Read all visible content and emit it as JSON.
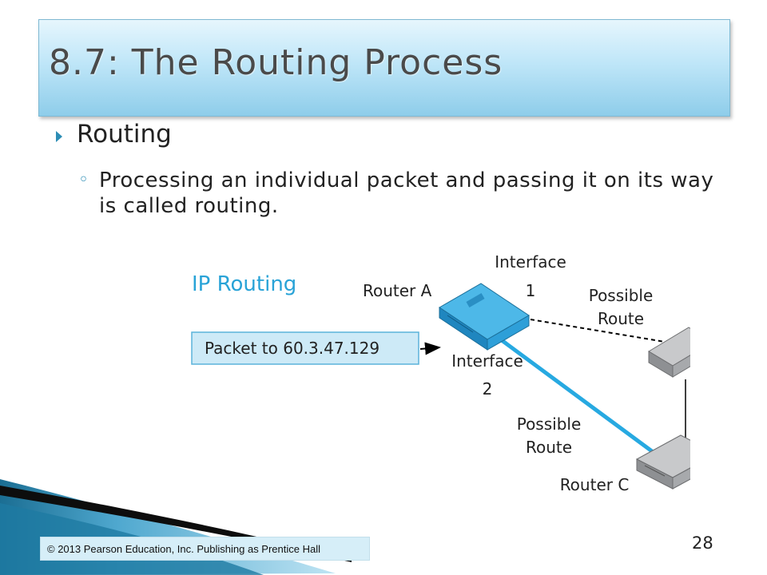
{
  "slide": {
    "title": "8.7: The Routing Process",
    "bullet": "Routing",
    "sub_bullet": "Processing an individual packet and passing it on its way is called routing.",
    "copyright": "© 2013 Pearson Education, Inc. Publishing as Prentice Hall",
    "page_number": "28"
  },
  "diagram": {
    "heading": "IP Routing",
    "packet_label": "Packet to 60.3.47.129",
    "router_a": "Router A",
    "router_c": "Router C",
    "interface1_line1": "Interface",
    "interface1_line2": "1",
    "interface2_line1": "Interface",
    "interface2_line2": "2",
    "route_top_line1": "Possible",
    "route_top_line2": "Route",
    "route_bottom_line1": "Possible",
    "route_bottom_line2": "Route",
    "colors": {
      "accent_blue": "#27a9e1",
      "heading_blue": "#29a3d7",
      "router_a": "#2e9fd8",
      "router_gray": "#a7a9ac",
      "packet_fill": "#cdeaf7"
    }
  }
}
